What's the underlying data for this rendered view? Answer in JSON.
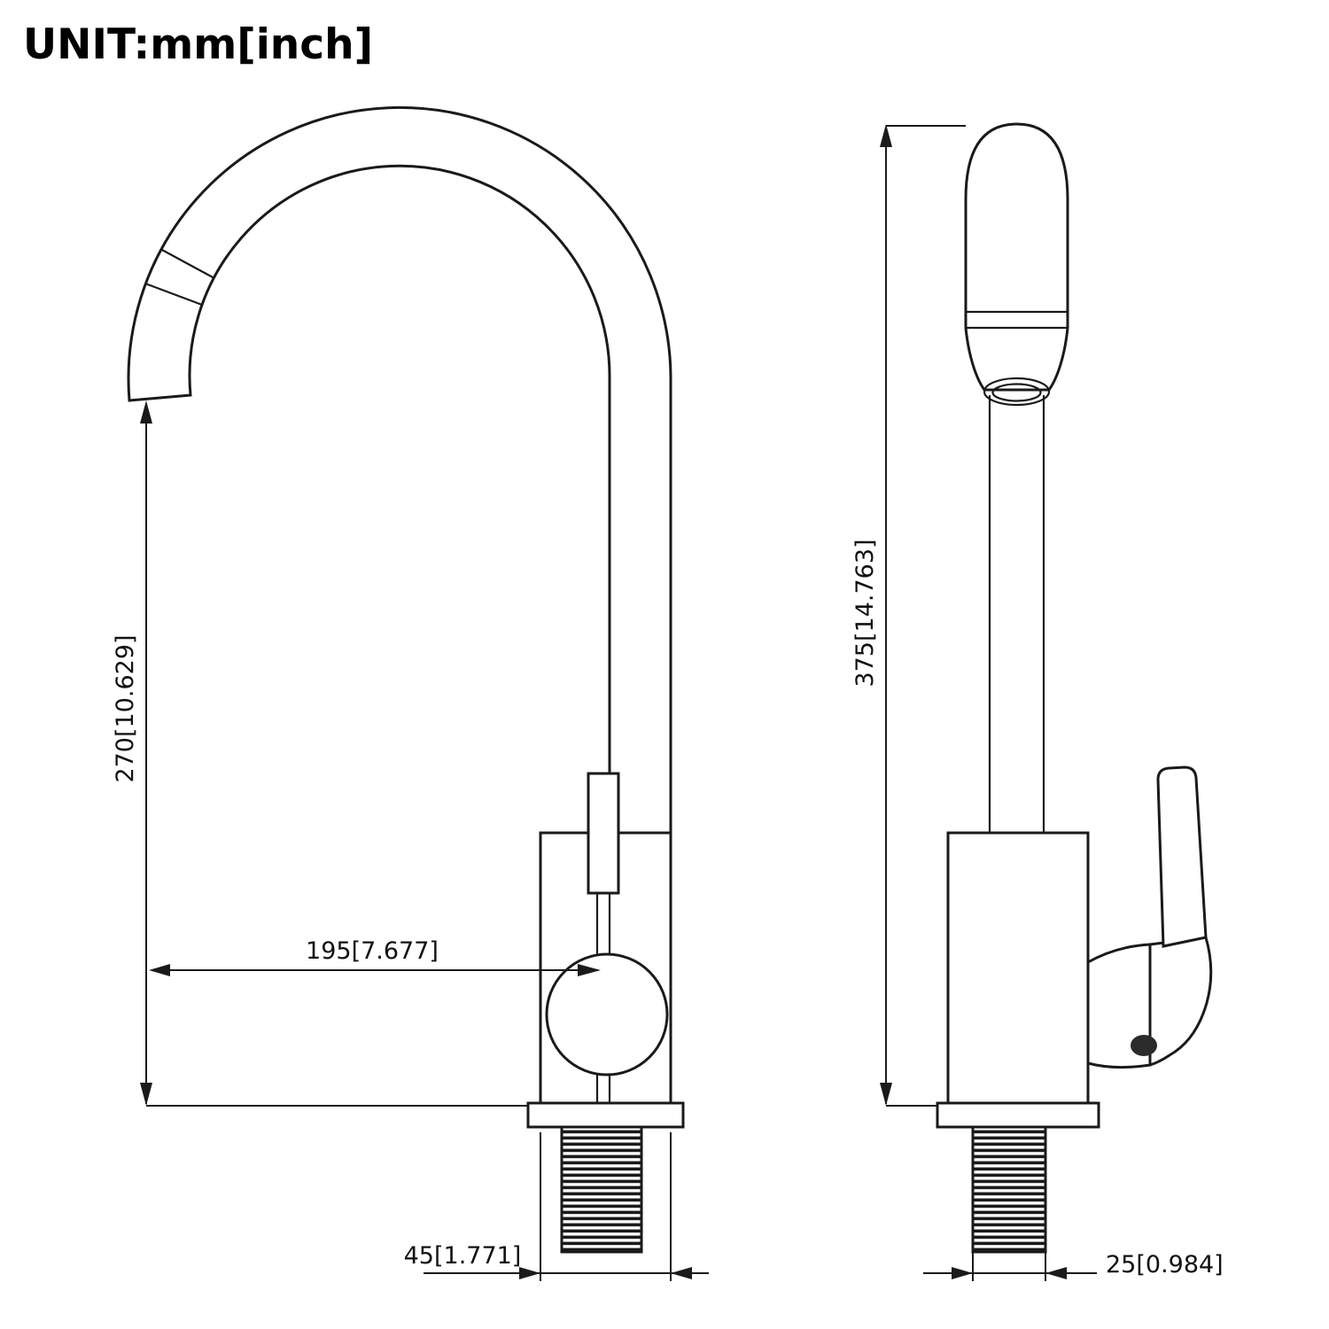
{
  "unit_label": "UNIT:mm[inch]",
  "side_view": {
    "height_dim": "270[10.629]",
    "reach_dim": "195[7.677]",
    "width_dim": "45[1.771]"
  },
  "front_view": {
    "height_dim": "375[14.763]",
    "width_dim": "25[0.984]"
  },
  "colors": {
    "line": "#1a1a1a",
    "background": "#ffffff"
  }
}
